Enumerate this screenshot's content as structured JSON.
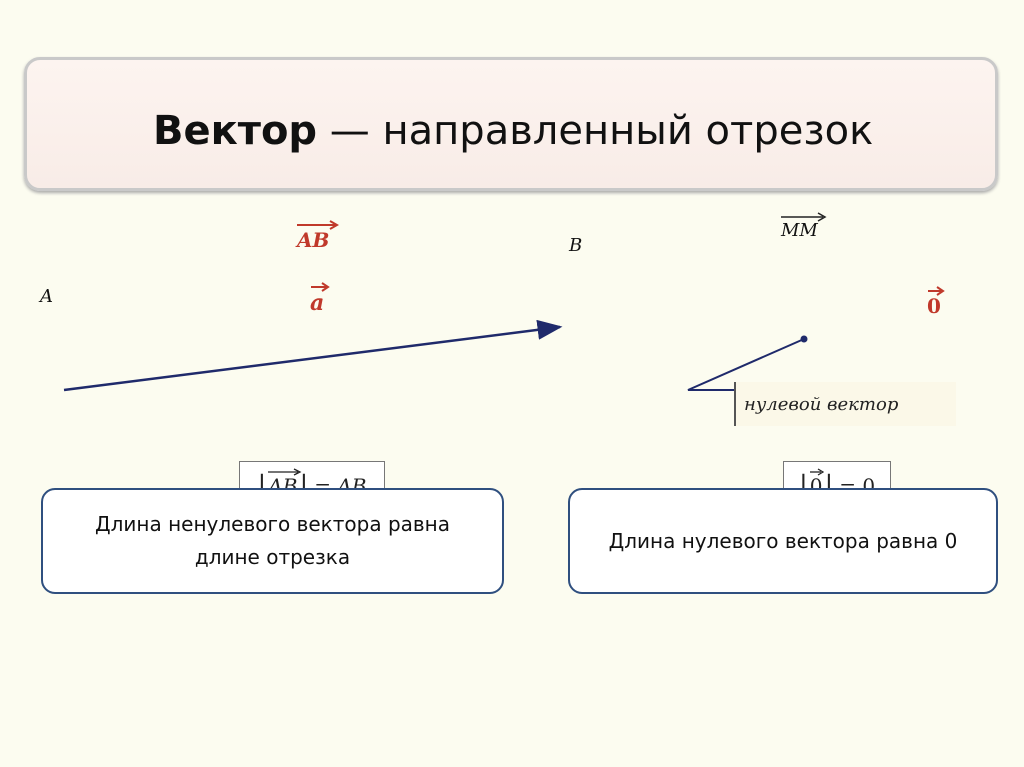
{
  "title": {
    "bold": "Вектор",
    "rest": " — направленный отрезок"
  },
  "labels": {
    "point_a": "A",
    "point_b": "B",
    "vec_ab": "AB",
    "vec_a": "a",
    "vec_mm": "MM",
    "vec_zero": "0",
    "zero_vector_note": "нулевой вектор"
  },
  "formulas": {
    "left_vec": "AB",
    "left_rhs": "= AB",
    "right_vec": "0",
    "right_rhs": "= 0"
  },
  "definitions": {
    "nonzero_line1": "Длина ненулевого вектора равна",
    "nonzero_line2": "длине отрезка",
    "zero": "Длина нулевого вектора равна 0"
  },
  "colors": {
    "arrow": "#1f2a6b",
    "accent_red": "#c0392b",
    "box_border": "#2f4f7f"
  }
}
